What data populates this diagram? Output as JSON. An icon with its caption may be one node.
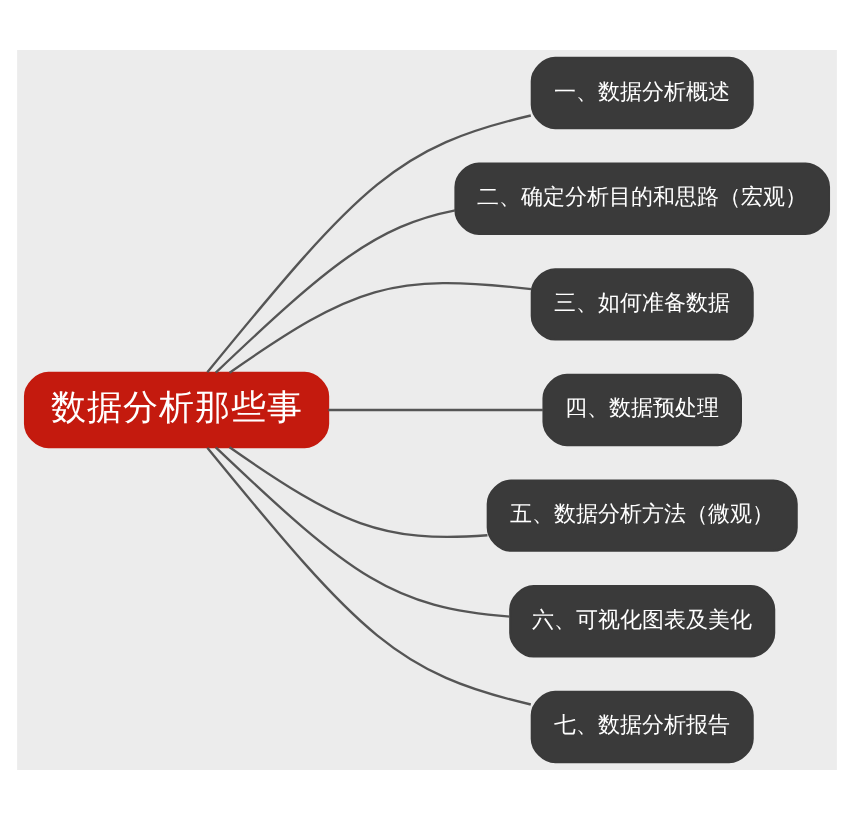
{
  "diagram": {
    "nodes": [
      {
        "text": [
          "数据分析那些事"
        ]
      },
      {
        "text": [
          "一、数据分析概述"
        ]
      },
      {
        "text": [
          "二、确定分析目的和思路（宏观）"
        ]
      },
      {
        "text": [
          "三、如何准备数据"
        ]
      },
      {
        "text": [
          "四、数据预处理"
        ]
      },
      {
        "text": [
          "五、数据分析方法（微观）"
        ]
      },
      {
        "text": [
          "六、可视化图表及美化"
        ]
      },
      {
        "text": [
          "七、数据分析报告"
        ]
      }
    ],
    "edges": [
      {
        "from": 0,
        "to": 1,
        "arrow": "none"
      },
      {
        "from": 0,
        "to": 2,
        "arrow": "none"
      },
      {
        "from": 0,
        "to": 3,
        "arrow": "none"
      },
      {
        "from": 0,
        "to": 4,
        "arrow": "none"
      },
      {
        "from": 0,
        "to": 5,
        "arrow": "none"
      },
      {
        "from": 0,
        "to": 6,
        "arrow": "none"
      },
      {
        "from": 0,
        "to": 7,
        "arrow": "none"
      }
    ]
  }
}
